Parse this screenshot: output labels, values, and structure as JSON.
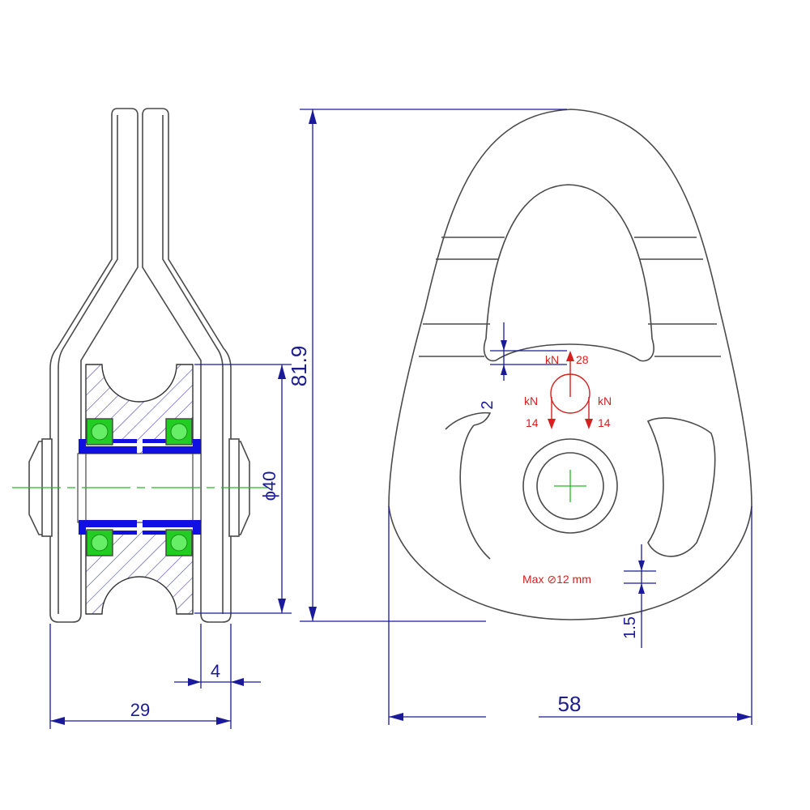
{
  "dimensions": {
    "overall_height": "81.9",
    "sheave_diameter": "ϕ40",
    "side_width": "29",
    "plate_thickness": "4",
    "front_width": "58",
    "gap_top": "2",
    "gap_bottom": "1.5"
  },
  "loads": {
    "top_unit": "kN",
    "top_value": "28",
    "left_unit": "kN",
    "left_value": "14",
    "right_unit": "kN",
    "right_value": "14"
  },
  "rope_label": "Max ⊘12 mm",
  "colors": {
    "dimension_lines": "#1a1a9a",
    "load_annotations": "#d62020",
    "centerlines": "#22bb22",
    "bearings": "#1010e0",
    "bearing_balls": "#22cc22"
  }
}
